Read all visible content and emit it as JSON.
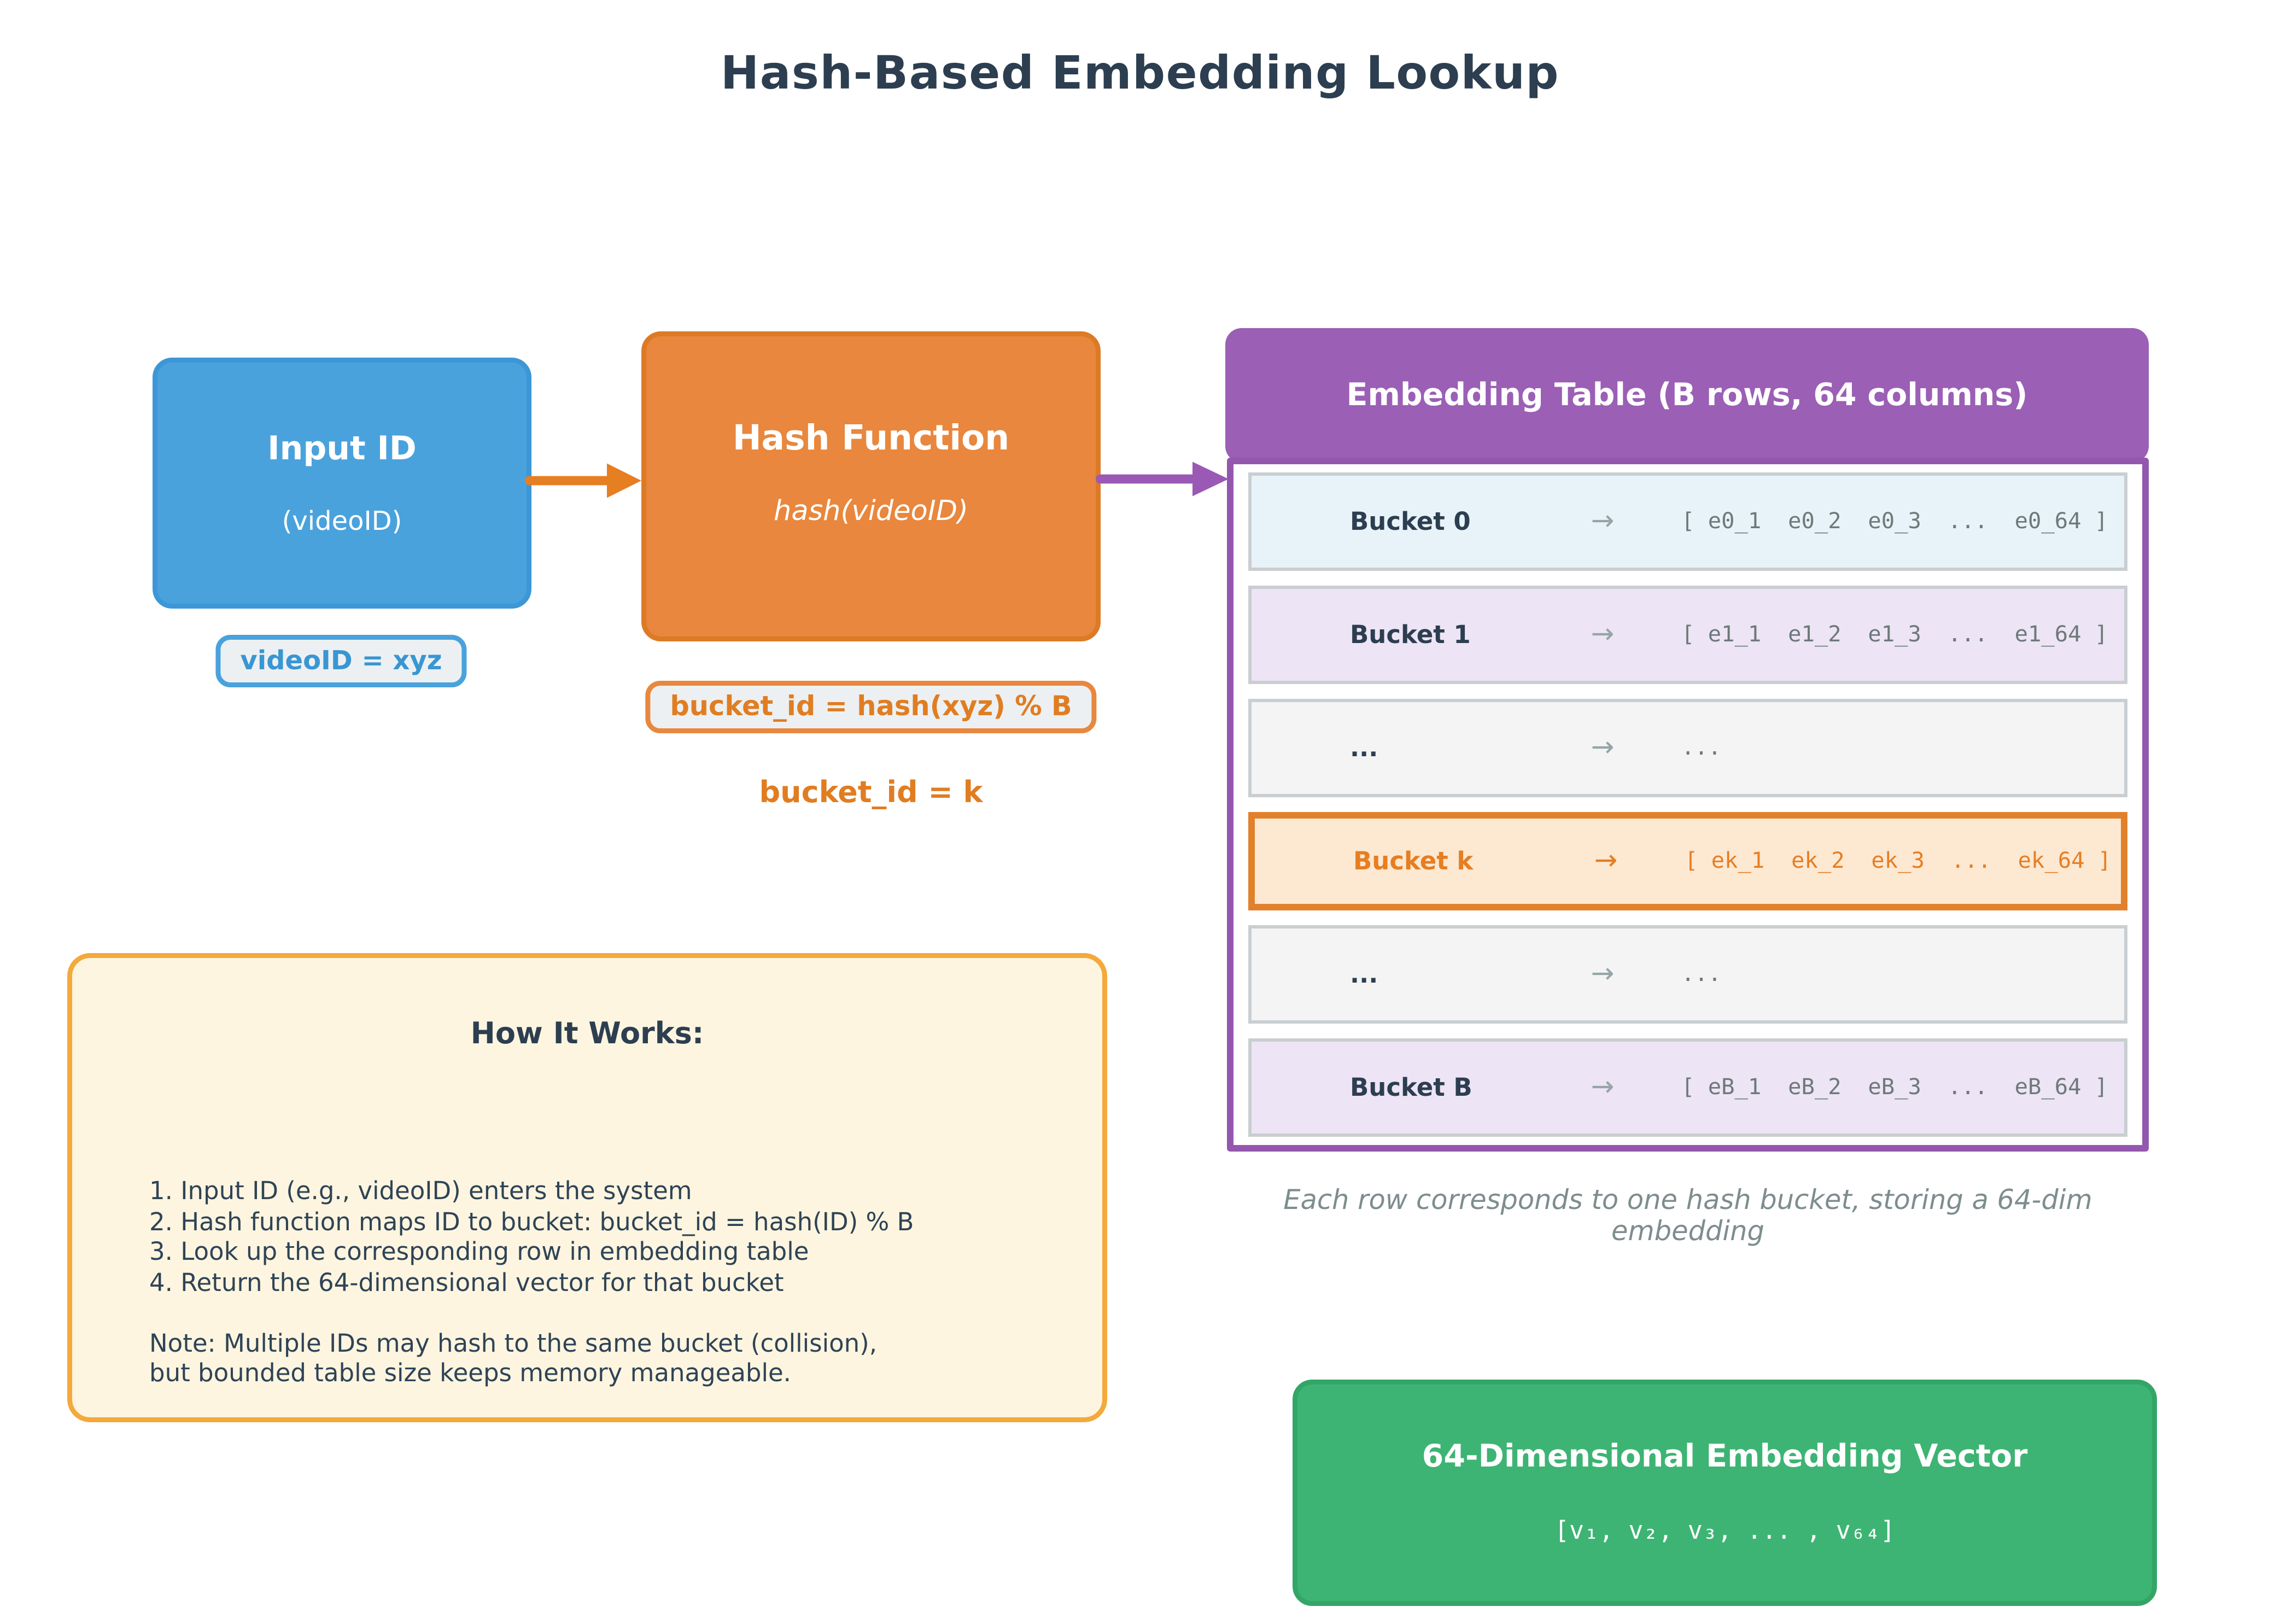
{
  "title": "Hash-Based Embedding Lookup",
  "input_box": {
    "title": "Input ID",
    "subtitle": "(videoID)",
    "chip": "videoID = xyz"
  },
  "hash_box": {
    "title": "Hash Function",
    "subtitle": "hash(videoID)",
    "chip": "bucket_id = hash(xyz) % B",
    "result_label": "bucket_id = k"
  },
  "embedding_table": {
    "header": "Embedding Table (B rows, 64 columns)",
    "arrow": "→",
    "rows": [
      {
        "label": "Bucket 0",
        "vector": "[ e0_1  e0_2  e0_3  ...  e0_64 ]"
      },
      {
        "label": "Bucket 1",
        "vector": "[ e1_1  e1_2  e1_3  ...  e1_64 ]"
      },
      {
        "label": "...",
        "vector": "..."
      },
      {
        "label": "Bucket k",
        "vector": "[ ek_1  ek_2  ek_3  ...  ek_64 ]"
      },
      {
        "label": "...",
        "vector": "..."
      },
      {
        "label": "Bucket B",
        "vector": "[ eB_1  eB_2  eB_3  ...  eB_64 ]"
      }
    ],
    "caption": "Each row corresponds to one hash bucket, storing a 64-dim embedding"
  },
  "how_it_works": {
    "title": "How It Works:",
    "steps": [
      "1. Input ID (e.g., videoID) enters the system",
      "2. Hash function maps ID to bucket: bucket_id = hash(ID) % B",
      "3. Look up the corresponding row in embedding table",
      "4. Return the 64-dimensional vector for that bucket"
    ],
    "note": "Note: Multiple IDs may hash to the same bucket (collision),\nbut bounded table size keeps memory manageable."
  },
  "output_box": {
    "title": "64-Dimensional Embedding Vector",
    "vector": "[v₁, v₂, v₃, ... , v₆₄]"
  },
  "colors": {
    "title_text": "#2c3e50",
    "input_blue": "#4aa2dd",
    "hash_orange": "#e8873d",
    "accent_orange": "#e67e22",
    "table_purple": "#9b5fb5",
    "table_border_purple": "#9457ae",
    "row_blue_bg": "#e8f3f9",
    "row_lavender_bg": "#ede4f5",
    "row_gray_bg": "#f4f4f5",
    "row_highlight_bg": "#fde8d2",
    "note_box_bg": "#fdf5df",
    "note_box_border": "#f3a93c",
    "output_green": "#3db473",
    "muted_gray": "#7e8d8e"
  }
}
